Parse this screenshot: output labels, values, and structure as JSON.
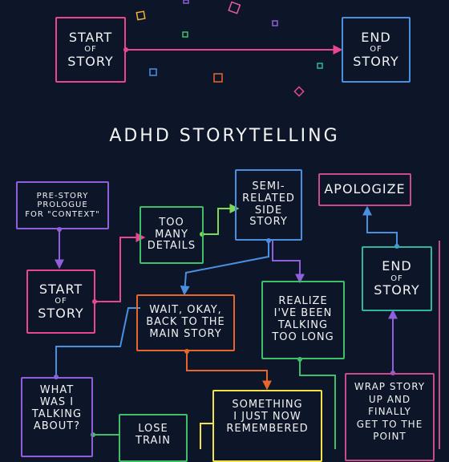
{
  "title": "ADHD STORYTELLING",
  "top": {
    "start": [
      "START",
      "OF",
      "STORY"
    ],
    "end": [
      "END",
      "OF",
      "STORY"
    ]
  },
  "nodes": {
    "pre_story": [
      "PRE-STORY",
      "PROLOGUE",
      "FOR \"CONTEXT\""
    ],
    "start": [
      "START",
      "OF",
      "STORY"
    ],
    "too_many": [
      "TOO",
      "MANY",
      "DETAILS"
    ],
    "semi": [
      "SEMI-",
      "RELATED",
      "SIDE",
      "STORY"
    ],
    "apologize": [
      "APOLOGIZE"
    ],
    "end": [
      "END",
      "OF",
      "STORY"
    ],
    "wait": [
      "WAIT, OKAY,",
      "BACK TO THE",
      "MAIN STORY"
    ],
    "realize": [
      "REALIZE",
      "I'VE BEEN",
      "TALKING",
      "TOO LONG"
    ],
    "what": [
      "WHAT",
      "WAS I",
      "TALKING",
      "ABOUT?"
    ],
    "something": [
      "SOMETHING",
      "I JUST NOW",
      "REMEMBERED"
    ],
    "lose": [
      "LOSE",
      "TRAIN"
    ],
    "wrap": [
      "WRAP STORY",
      "UP AND",
      "FINALLY",
      "GET TO THE",
      "POINT"
    ]
  },
  "colors": {
    "background": "#0d1628",
    "pink": "#e8468e",
    "blue": "#4a90e2",
    "purple": "#8f5fdc",
    "green": "#3fbf6a",
    "lime": "#7ed957",
    "orange": "#e8662c",
    "yellow": "#f2e34a",
    "teal": "#2fb5a0",
    "magenta": "#c94b8c"
  }
}
